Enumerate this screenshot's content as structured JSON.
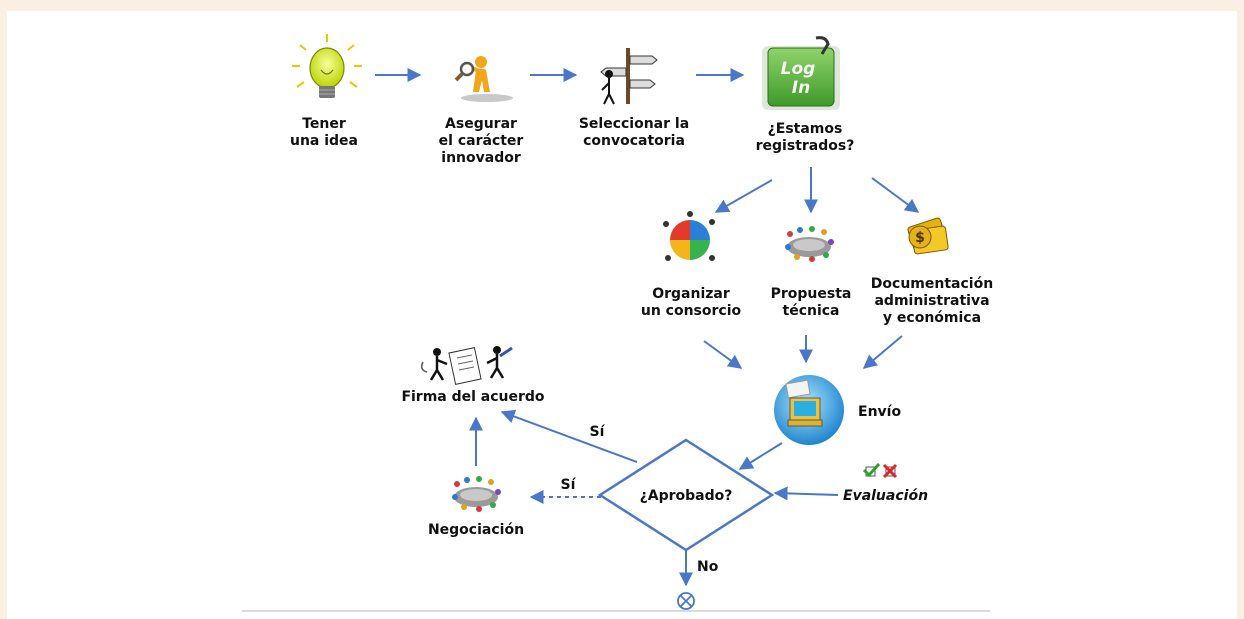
{
  "nodes": {
    "idea": {
      "line1": "Tener",
      "line2": "una idea"
    },
    "innovator": {
      "line1": "Asegurar",
      "line2": "el carácter",
      "line3": "innovador"
    },
    "call": {
      "line1": "Seleccionar la",
      "line2": "convocatoria"
    },
    "registered": {
      "line1": "¿Estamos",
      "line2": "registrados?"
    },
    "login_sign": {
      "line1": "Log",
      "line2": "In"
    },
    "consortium": {
      "line1": "Organizar",
      "line2": "un consorcio"
    },
    "proposal": {
      "line1": "Propuesta",
      "line2": "técnica"
    },
    "docs": {
      "line1": "Documentación",
      "line2": "administrativa",
      "line3": "y económica"
    },
    "submit": {
      "label": "Envío"
    },
    "evaluation": {
      "label": "Evaluación"
    },
    "approved": {
      "label": "¿Aprobado?"
    },
    "signature": {
      "label": "Firma del acuerdo"
    },
    "negotiation": {
      "label": "Negociación"
    }
  },
  "edges": {
    "yes_to_signature": "Sí",
    "yes_to_negotiation": "Sí",
    "no": "No"
  },
  "icons": {
    "idea": "lightbulb-icon",
    "innovator": "magnifier-person-icon",
    "call": "signpost-icon",
    "registered": "login-key-icon",
    "consortium": "puzzle-people-icon",
    "proposal": "meeting-icon",
    "docs": "money-icon",
    "submit": "computer-mail-icon",
    "evaluation": "check-cross-icon",
    "signature": "signing-people-icon",
    "negotiation": "meeting-icon",
    "end": "end-circle-icon"
  },
  "colors": {
    "arrow": "#4a78c8",
    "background": "#fbeee2"
  }
}
